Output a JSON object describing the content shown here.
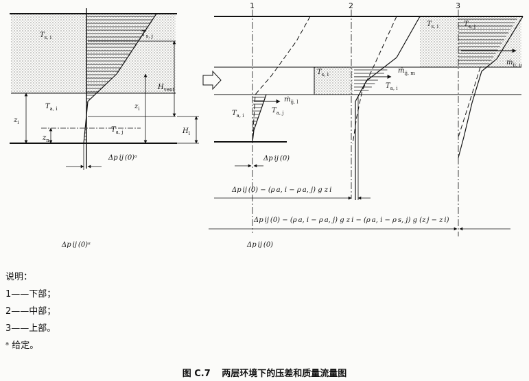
{
  "labels": {
    "T_s_i": [
      "T",
      "s, i"
    ],
    "T_s_j": [
      "T",
      "s, j"
    ],
    "T_a_i": [
      "T",
      "a, i"
    ],
    "T_a_j": [
      "T",
      "a, j"
    ],
    "z_i": [
      "z",
      "i"
    ],
    "z_n": [
      "z",
      "n"
    ],
    "H_vent": [
      "H",
      "vent"
    ],
    "H_l": [
      "H",
      "l"
    ],
    "m_ij_l": [
      "ṁ",
      "ij, l"
    ],
    "m_ij_m": [
      "ṁ",
      "ij, m"
    ],
    "m_ij_u": [
      "ṁ",
      "ij, u"
    ],
    "dp_given": "Δp ij (0)ᵃ",
    "dp_left_bottom": "Δp ij (0)ᵃ",
    "dp_mid": "Δp ij (0)",
    "dp_expr1": "Δp ij (0) − (ρ a, i − ρ a, j) g z i",
    "dp_expr2": "Δp ij (0) − (ρ a, i − ρ a, j) g z i − (ρ a, i − ρ s, j) g (z j − z i)",
    "dp_right_bottom": "Δp ij (0)"
  },
  "section_numbers": [
    "1",
    "2",
    "3"
  ],
  "legend": {
    "title": "说明：",
    "items": [
      "1——下部；",
      "2——中部；",
      "3——上部。"
    ],
    "note": "ᵃ  给定。"
  },
  "caption": {
    "figure_no": "图 C.7",
    "title": "两层环境下的压差和质量流量图"
  }
}
